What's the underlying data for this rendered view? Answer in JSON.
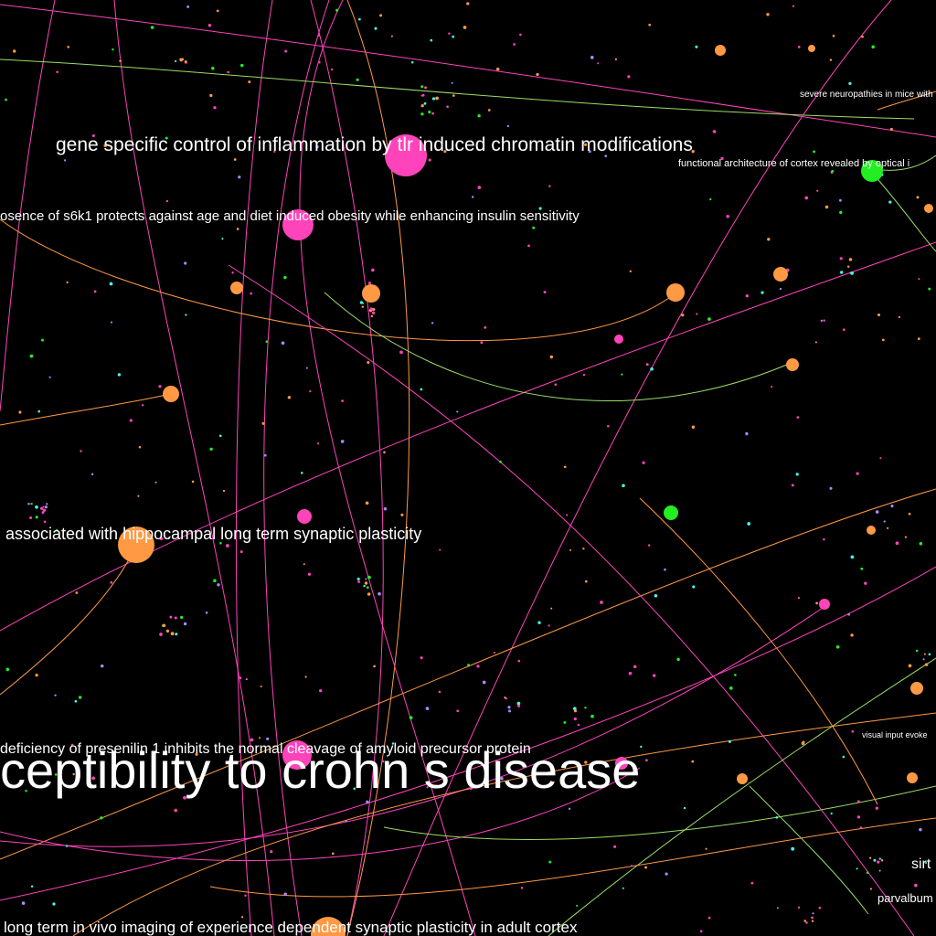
{
  "theme": {
    "background": "#000000",
    "label_color": "#ffffff",
    "colors": {
      "magenta": "#ff44bb",
      "orange": "#ff9944",
      "green": "#22ee22",
      "cyan": "#44ffee",
      "violet": "#aa88ff"
    }
  },
  "labels": {
    "crohn": "ceptibility to crohn s disease",
    "gene_control": "gene specific control of inflammation by tlr induced chromatin modifications",
    "s6k1": "osence of s6k1 protects against age and diet induced obesity while enhancing insulin sensitivity",
    "hippocampal": "associated with hippocampal long term synaptic plasticity",
    "presenilin": "deficiency of presenilin 1 inhibits the normal cleavage of amyloid precursor protein",
    "in_vivo": "long term in vivo imaging of experience dependent synaptic plasticity in adult cortex",
    "functional_arch": "functional architecture of cortex revealed by optical i",
    "neuropathies": "severe neuropathies in mice with",
    "visual_input": "visual input evoke",
    "sirt": "sirt",
    "parvalbumin": "parvalbum"
  }
}
